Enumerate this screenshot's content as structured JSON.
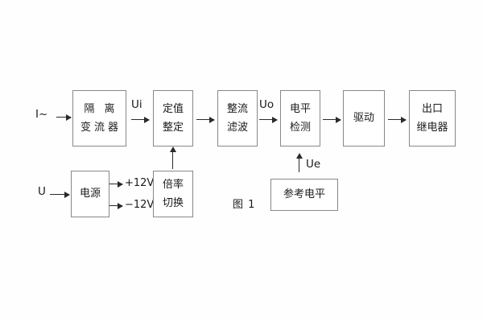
{
  "figure": {
    "caption": "图 1",
    "background_color": "#fefefe",
    "box_border_color": "#888888",
    "line_color": "#2a2a2a",
    "text_color": "#1b1b1b"
  },
  "inputs": {
    "current": "I~",
    "voltage": "U"
  },
  "signals": {
    "ui": "Ui",
    "uo": "Uo",
    "ue": "Ue"
  },
  "power_rails": {
    "positive": "+12V",
    "negative": "−12V"
  },
  "blocks": [
    {
      "id": "isolation-transformer",
      "lines": [
        "隔 离",
        "变流器"
      ]
    },
    {
      "id": "setting-adjustment",
      "lines": [
        "定值",
        "整定"
      ]
    },
    {
      "id": "rectify-filter",
      "lines": [
        "整流",
        "滤波"
      ]
    },
    {
      "id": "level-detection",
      "lines": [
        "电平",
        "检测"
      ]
    },
    {
      "id": "drive",
      "lines": [
        "驱动"
      ]
    },
    {
      "id": "output-relay",
      "lines": [
        "出口",
        "继电器"
      ]
    },
    {
      "id": "power-supply",
      "lines": [
        "电源"
      ]
    },
    {
      "id": "multiplier-switch",
      "lines": [
        "倍率",
        "切换"
      ]
    },
    {
      "id": "reference-level",
      "lines": [
        "参考电平"
      ]
    }
  ]
}
